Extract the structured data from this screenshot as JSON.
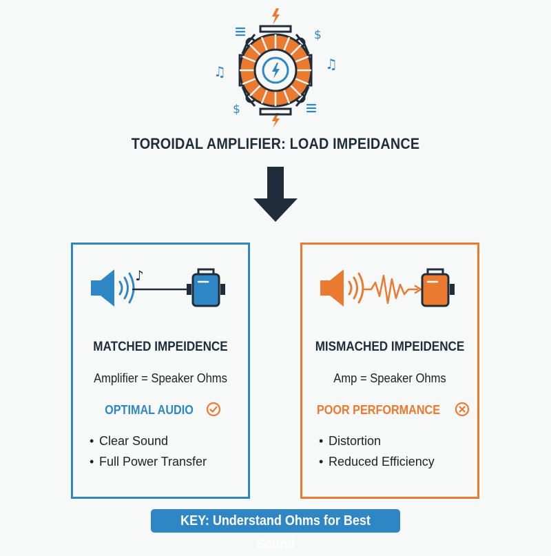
{
  "title": "TOROIDAL AMPLIFIER: LOAD IMPEIDANCE",
  "colors": {
    "blue": "#2f86c4",
    "orange": "#ea7a2f",
    "dark": "#1f2d3a"
  },
  "hero_icons": [
    "toroidal-transformer-icon",
    "lightning-bolt-icon",
    "music-note-icon",
    "dollar-icon",
    "menu-lines-icon"
  ],
  "panels": {
    "matched": {
      "heading": "MATCHED IMPEIDENCE",
      "formula": "Amplifier = Speaker Ohms",
      "status": "OPTIMAL AUDIO",
      "status_icon": "check-circle-icon",
      "bullets": [
        "Clear Sound",
        "Full Power Transfer"
      ],
      "art_icons": [
        "speaker-icon",
        "music-note-icon",
        "amplifier-icon"
      ]
    },
    "mismatched": {
      "heading": "MISMACHED IMPEIDENCE",
      "formula": "Amp = Speaker Ohms",
      "status": "POOR PERFORMANCE",
      "status_icon": "x-circle-icon",
      "bullets": [
        "Distortion",
        "Reduced Efficiency"
      ],
      "art_icons": [
        "speaker-icon",
        "distorted-wave-icon",
        "amplifier-icon"
      ]
    }
  },
  "key": "KEY: Understand Ohms for Best Sound"
}
